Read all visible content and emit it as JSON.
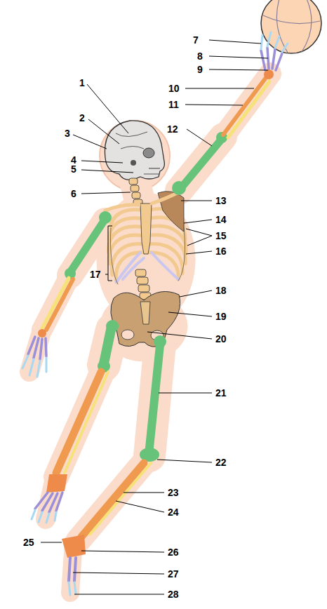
{
  "diagram": {
    "labels": [
      "1",
      "2",
      "3",
      "4",
      "5",
      "6",
      "7",
      "8",
      "9",
      "10",
      "11",
      "12",
      "13",
      "14",
      "15",
      "16",
      "17",
      "18",
      "19",
      "20",
      "21",
      "22",
      "23",
      "24",
      "25",
      "26",
      "27",
      "28"
    ]
  }
}
